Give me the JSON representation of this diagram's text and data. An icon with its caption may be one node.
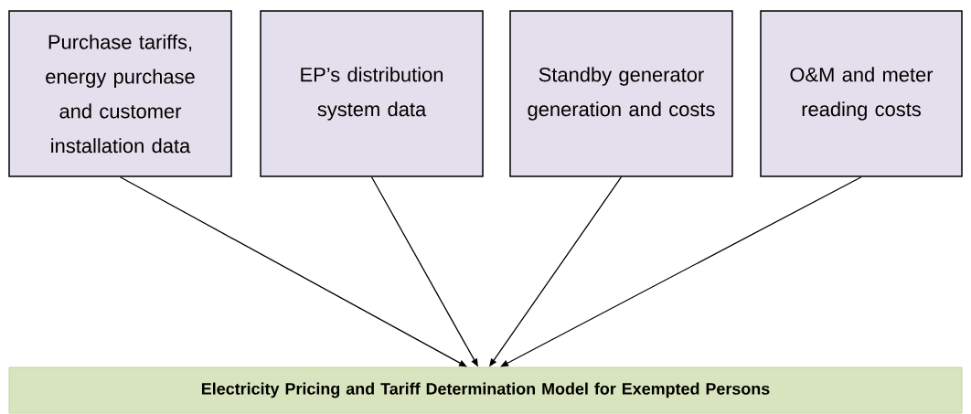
{
  "diagram": {
    "nodes": [
      {
        "text": [
          "Purchase tariffs, energy purchase and customer installation data"
        ]
      },
      {
        "text": [
          "EP’s distribution system data"
        ]
      },
      {
        "text": [
          "Standby generator generation and costs"
        ]
      },
      {
        "text": [
          "O&M and meter reading costs"
        ]
      },
      {
        "text": [
          "Electricity Pricing and Tariff Determination Model for Exempted Persons"
        ]
      }
    ],
    "edges": [
      {
        "from": 0,
        "to": 4,
        "arrow": "to"
      },
      {
        "from": 1,
        "to": 4,
        "arrow": "to"
      },
      {
        "from": 2,
        "to": 4,
        "arrow": "to"
      },
      {
        "from": 3,
        "to": 4,
        "arrow": "to"
      }
    ]
  }
}
